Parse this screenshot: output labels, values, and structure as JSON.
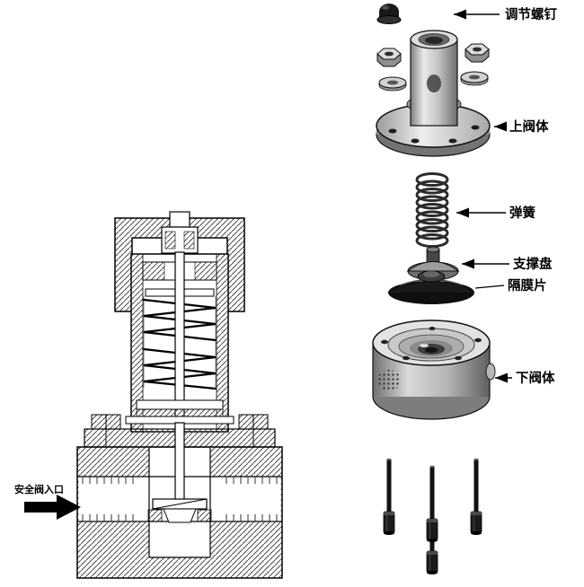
{
  "colors": {
    "ink": "#000000",
    "background": "#ffffff"
  },
  "cross_section": {
    "inlet_label": "安全阀入口"
  },
  "exploded": {
    "callouts": [
      {
        "label": "调节螺钉"
      },
      {
        "label": "上阀体"
      },
      {
        "label": "弹簧"
      },
      {
        "label": "支撑盘"
      },
      {
        "label": "隔膜片"
      },
      {
        "label": "下阀体"
      }
    ]
  }
}
